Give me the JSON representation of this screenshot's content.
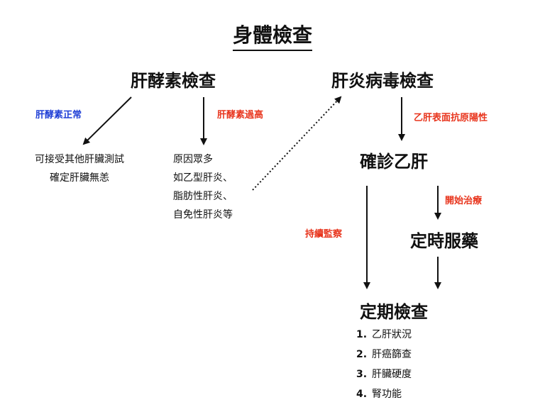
{
  "title": "身體檢查",
  "nodes": {
    "liver_enzyme_test": "肝酵素檢查",
    "hepatitis_virus_test": "肝炎病毒檢查",
    "confirmed_hepb": "確診乙肝",
    "regular_medication": "定時服藥",
    "regular_checkup": "定期檢查"
  },
  "edges": {
    "enzyme_normal": "肝酵素正常",
    "enzyme_high": "肝酵素過高",
    "hepb_positive": "乙肝表面抗原陽性",
    "start_treatment": "開始治療",
    "continuous_monitoring": "持續監察"
  },
  "notes": {
    "normal_outcome": [
      "可接受其他肝臟測試",
      "確定肝臟無恙"
    ],
    "high_causes": [
      "原因眾多",
      "如乙型肝炎、",
      "脂肪性肝炎、",
      "自免性肝炎等"
    ]
  },
  "checkup_items": [
    {
      "num": "1.",
      "text": "乙肝狀況"
    },
    {
      "num": "2.",
      "text": "肝癌篩查"
    },
    {
      "num": "3.",
      "text": "肝臟硬度"
    },
    {
      "num": "4.",
      "text": "腎功能"
    }
  ],
  "colors": {
    "blue_label": "#1f3fd6",
    "red_label": "#e8341c",
    "line": "#111111"
  }
}
